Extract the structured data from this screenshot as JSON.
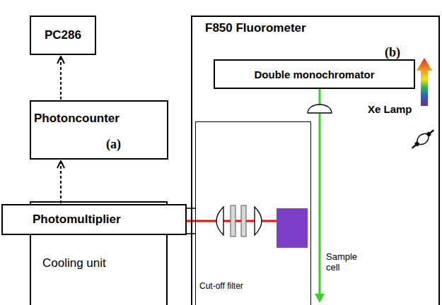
{
  "diagram": {
    "nodes": [
      {
        "text": [
          "PC286"
        ]
      },
      {
        "text": [
          "Photoncounter",
          "(a)"
        ]
      },
      {
        "text": [
          "Cooling unit"
        ]
      },
      {
        "text": [
          "Photomultiplier"
        ],
        "in": 2
      },
      {
        "text": [
          "F850 Fluorometer",
          "(b)"
        ]
      },
      {
        "text": [
          "Double monochromator"
        ],
        "in": 4
      },
      {
        "text": [
          "Cut-off filter"
        ],
        "in": 4
      },
      {
        "text": [
          "Sample cell"
        ],
        "in": 6
      }
    ],
    "edges": [
      {
        "from": 3,
        "to": 1,
        "arrow": "to"
      },
      {
        "from": 1,
        "to": 0,
        "arrow": "to"
      }
    ],
    "labels": [
      "Xe Lamp"
    ]
  }
}
